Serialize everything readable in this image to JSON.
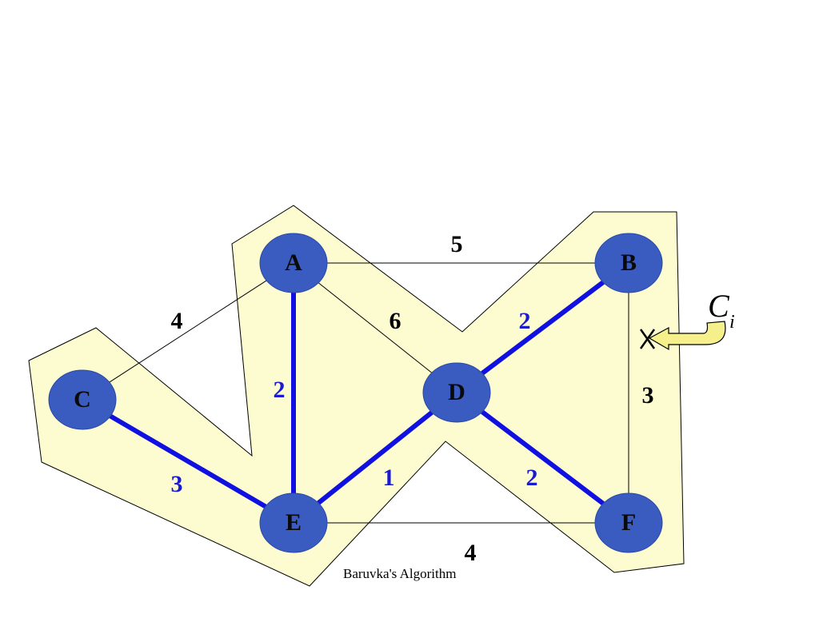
{
  "diagram": {
    "title": "",
    "caption": "Baruvka's Algorithm",
    "component_label": {
      "main": "C",
      "sub": "i"
    },
    "colors": {
      "node_fill": "#3a5bbf",
      "node_stroke": "#2a4aa8",
      "mst_edge": "#1010e0",
      "mst_weight": "#1a1ad0",
      "plain_edge": "#000000",
      "plain_weight": "#000000",
      "region_fill": "#fdfbd0",
      "arrow_fill": "#f5f08c"
    },
    "nodes": [
      {
        "id": "A",
        "label": "A"
      },
      {
        "id": "B",
        "label": "B"
      },
      {
        "id": "C",
        "label": "C"
      },
      {
        "id": "D",
        "label": "D"
      },
      {
        "id": "E",
        "label": "E"
      },
      {
        "id": "F",
        "label": "F"
      }
    ],
    "edges": [
      {
        "from": "A",
        "to": "B",
        "weight": "5",
        "mst": false
      },
      {
        "from": "A",
        "to": "C",
        "weight": "4",
        "mst": false
      },
      {
        "from": "A",
        "to": "D",
        "weight": "6",
        "mst": false
      },
      {
        "from": "A",
        "to": "E",
        "weight": "2",
        "mst": true
      },
      {
        "from": "C",
        "to": "E",
        "weight": "3",
        "mst": true
      },
      {
        "from": "E",
        "to": "D",
        "weight": "1",
        "mst": true
      },
      {
        "from": "D",
        "to": "B",
        "weight": "2",
        "mst": true
      },
      {
        "from": "D",
        "to": "F",
        "weight": "2",
        "mst": true
      },
      {
        "from": "B",
        "to": "F",
        "weight": "3",
        "mst": false,
        "crossed_out": true
      },
      {
        "from": "E",
        "to": "F",
        "weight": "4",
        "mst": false
      }
    ]
  }
}
